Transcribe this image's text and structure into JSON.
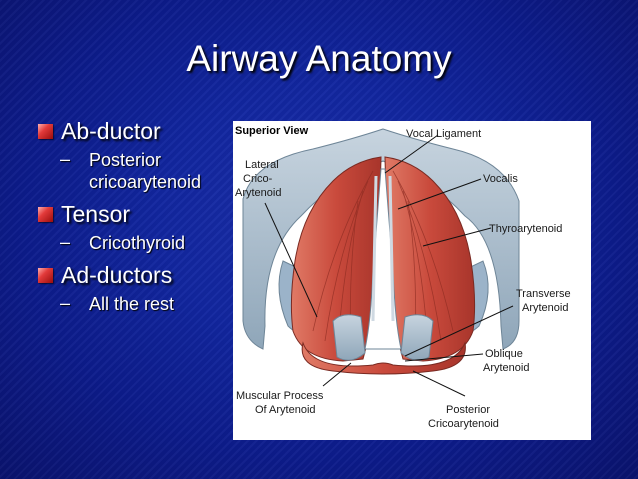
{
  "slide": {
    "title": "Airway Anatomy",
    "bullets": [
      {
        "label": "Ab-ductor",
        "sub": [
          "Posterior",
          "cricoarytenoid"
        ]
      },
      {
        "label": "Tensor",
        "sub": [
          "Cricothyroid"
        ]
      },
      {
        "label": "Ad-ductors",
        "sub": [
          "All the rest"
        ]
      }
    ],
    "sub_dash": "–"
  },
  "figure": {
    "view_title": "Superior View",
    "labels": {
      "vocal_ligament": "Vocal Ligament",
      "lateral_1": "Lateral",
      "lateral_2": "Crico-",
      "lateral_3": "Arytenoid",
      "vocalis": "Vocalis",
      "thyroarytenoid": "Thyroarytenoid",
      "transverse_1": "Transverse",
      "transverse_2": "Arytenoid",
      "oblique_1": "Oblique",
      "oblique_2": "Arytenoid",
      "muscular_1": "Muscular Process",
      "muscular_2": "Of Arytenoid",
      "posterior_1": "Posterior",
      "posterior_2": "Cricoarytenoid"
    }
  },
  "colors": {
    "background": "#1226a0",
    "bullet": "#e23a3a",
    "muscle": "#c94a3c",
    "cartilage": "#9eb4c6"
  }
}
